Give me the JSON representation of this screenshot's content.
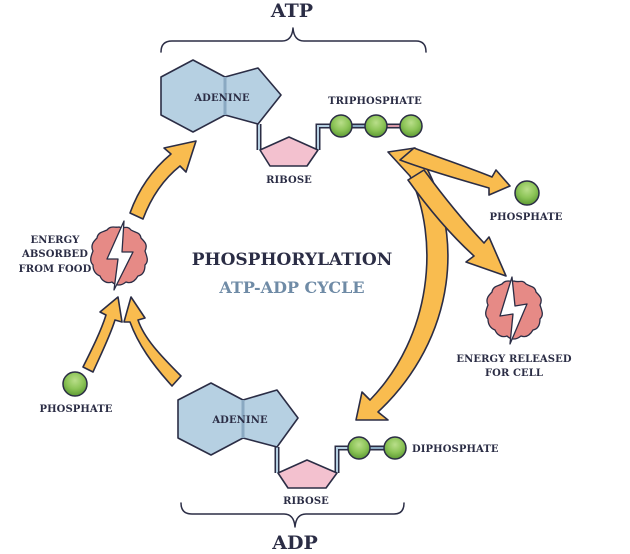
{
  "diagram": {
    "title": "PHOSPHORYLATION",
    "subtitle": "ATP-ADP CYCLE",
    "atp": {
      "label": "ATP",
      "adenine": "ADENINE",
      "ribose": "RIBOSE",
      "phosphate_group": "TRIPHOSPHATE",
      "phosphate_count": 3
    },
    "adp": {
      "label": "ADP",
      "adenine": "ADENINE",
      "ribose": "RIBOSE",
      "phosphate_group": "DIPHOSPHATE",
      "phosphate_count": 2
    },
    "released": {
      "phosphate": "PHOSPHATE",
      "energy_line1": "ENERGY RELEASED",
      "energy_line2": "FOR CELL"
    },
    "absorbed": {
      "phosphate": "PHOSPHATE",
      "energy_line1": "ENERGY",
      "energy_line2": "ABSORBED",
      "energy_line3": "FROM FOOD"
    },
    "icons": {
      "energy": "lightning-burst-icon",
      "phosphate": "green-sphere-icon"
    },
    "colors": {
      "adenine": "#b6d0e2",
      "ribose": "#f3c1cf",
      "phosphate": "#7fb848",
      "arrow": "#f9bc4f",
      "energy": "#e68a86",
      "ink": "#2b2d45",
      "subtitle": "#6f8ba6"
    }
  }
}
